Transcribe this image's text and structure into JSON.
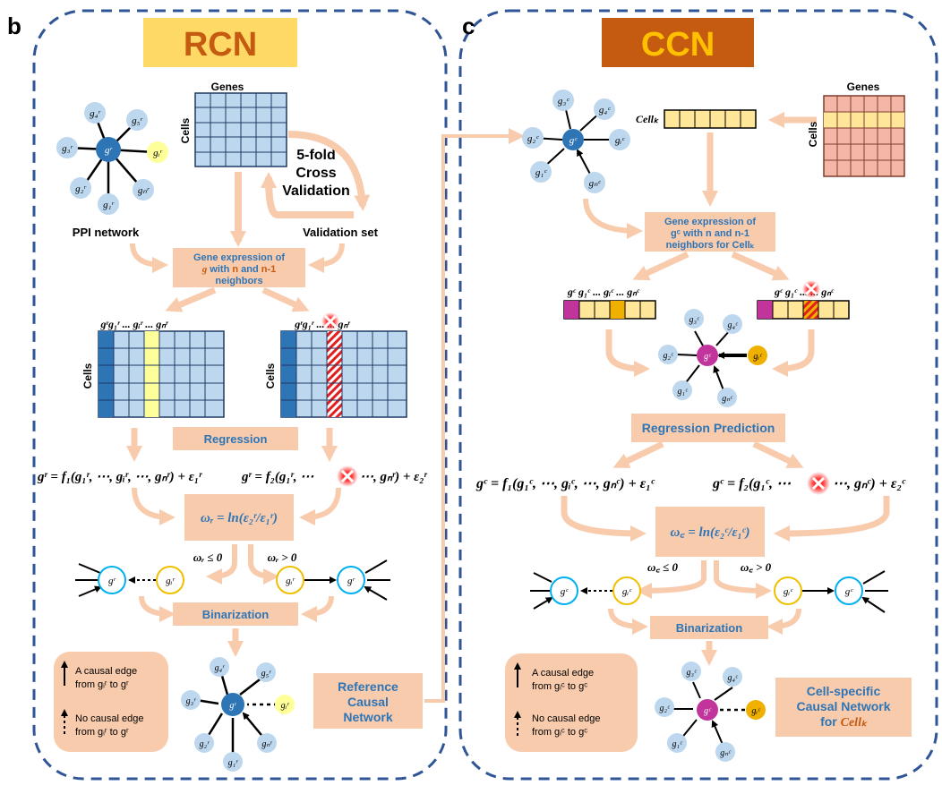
{
  "panel_b": {
    "letter": "b",
    "title": "RCN",
    "genes_label": "Genes",
    "cells_label": "Cells",
    "cv_line1": "5-fold",
    "cv_line2": "Cross",
    "cv_line3": "Validation",
    "ppi_label": "PPI network",
    "validation_label": "Validation set",
    "gene_expr_line1": "Gene expression of",
    "gene_expr_line2_a": "g",
    "gene_expr_line2_b": " with ",
    "gene_expr_line2_n": "n",
    "gene_expr_line2_c": " and ",
    "gene_expr_line2_n1": "n-1",
    "gene_expr_line3": "neighbors",
    "regression_label": "Regression",
    "eq1": "gʳ = f₁(g₁ʳ, ⋯, gᵢʳ, ⋯, gₙʳ) + ε₁ʳ",
    "eq2_a": "gʳ = f₂(g₁ʳ, ⋯",
    "eq2_b": "⋯, gₙʳ) + ε₂ʳ",
    "omega": "ωᵣ = ln(ε₂ʳ/ε₁ʳ)",
    "cond_le": "ωᵣ ≤ 0",
    "cond_gt": "ωᵣ > 0",
    "binarization_label": "Binarization",
    "legend_causal_1": "A causal edge",
    "legend_causal_2": "from gᵢʳ to gʳ",
    "legend_nocausal_1": "No causal edge",
    "legend_nocausal_2": "from gᵢʳ to gʳ",
    "result_line1": "Reference",
    "result_line2": "Causal",
    "result_line3": "Network"
  },
  "panel_c": {
    "letter": "c",
    "title": "CCN",
    "genes_label": "Genes",
    "cells_label": "Cells",
    "cellk_label": "Cellₖ",
    "gene_expr_line1": "Gene expression of",
    "gene_expr_line2": "gᶜ with n and n-1",
    "gene_expr_line3": "neighbors for Cellₖ",
    "regression_label": "Regression Prediction",
    "eq1": "gᶜ = f₁(g₁ᶜ, ⋯, gᵢᶜ, ⋯, gₙᶜ) + ε₁ᶜ",
    "eq2_a": "gᶜ = f₂(g₁ᶜ, ⋯",
    "eq2_b": "⋯, gₙᶜ) + ε₂ᶜ",
    "omega": "ω꜀ = ln(ε₂ᶜ/ε₁ᶜ)",
    "cond_le": "ω꜀ ≤ 0",
    "cond_gt": "ω꜀ > 0",
    "binarization_label": "Binarization",
    "legend_causal_1": "A causal edge",
    "legend_causal_2": "from gᵢᶜ to gᶜ",
    "legend_nocausal_1": "No causal edge",
    "legend_nocausal_2": "from gᵢᶜ to gᶜ",
    "result_line1": "Cell-specific",
    "result_line2": "Causal Network",
    "result_line3_a": "for ",
    "result_line3_b": "Cellₖ"
  },
  "colors": {
    "dashed_border": "#2f5597",
    "rcn_title_bg": "#ffd966",
    "rcn_title_text": "#c55a11",
    "ccn_title_bg": "#c55a11",
    "ccn_title_text": "#ffc000",
    "pink_box": "#f8cbad",
    "arrow_pink": "#f8cbad",
    "label_blue": "#2e75b6",
    "node_light": "#bdd7ee",
    "node_dark_blue": "#2e75b6",
    "node_magenta": "#c0349b",
    "node_yellow": "#ffff99",
    "node_orange": "#f0b000",
    "grid_blue": "#bdd7ee",
    "grid_peach": "#f4b6a6",
    "cell_yellow": "#ffe699"
  }
}
